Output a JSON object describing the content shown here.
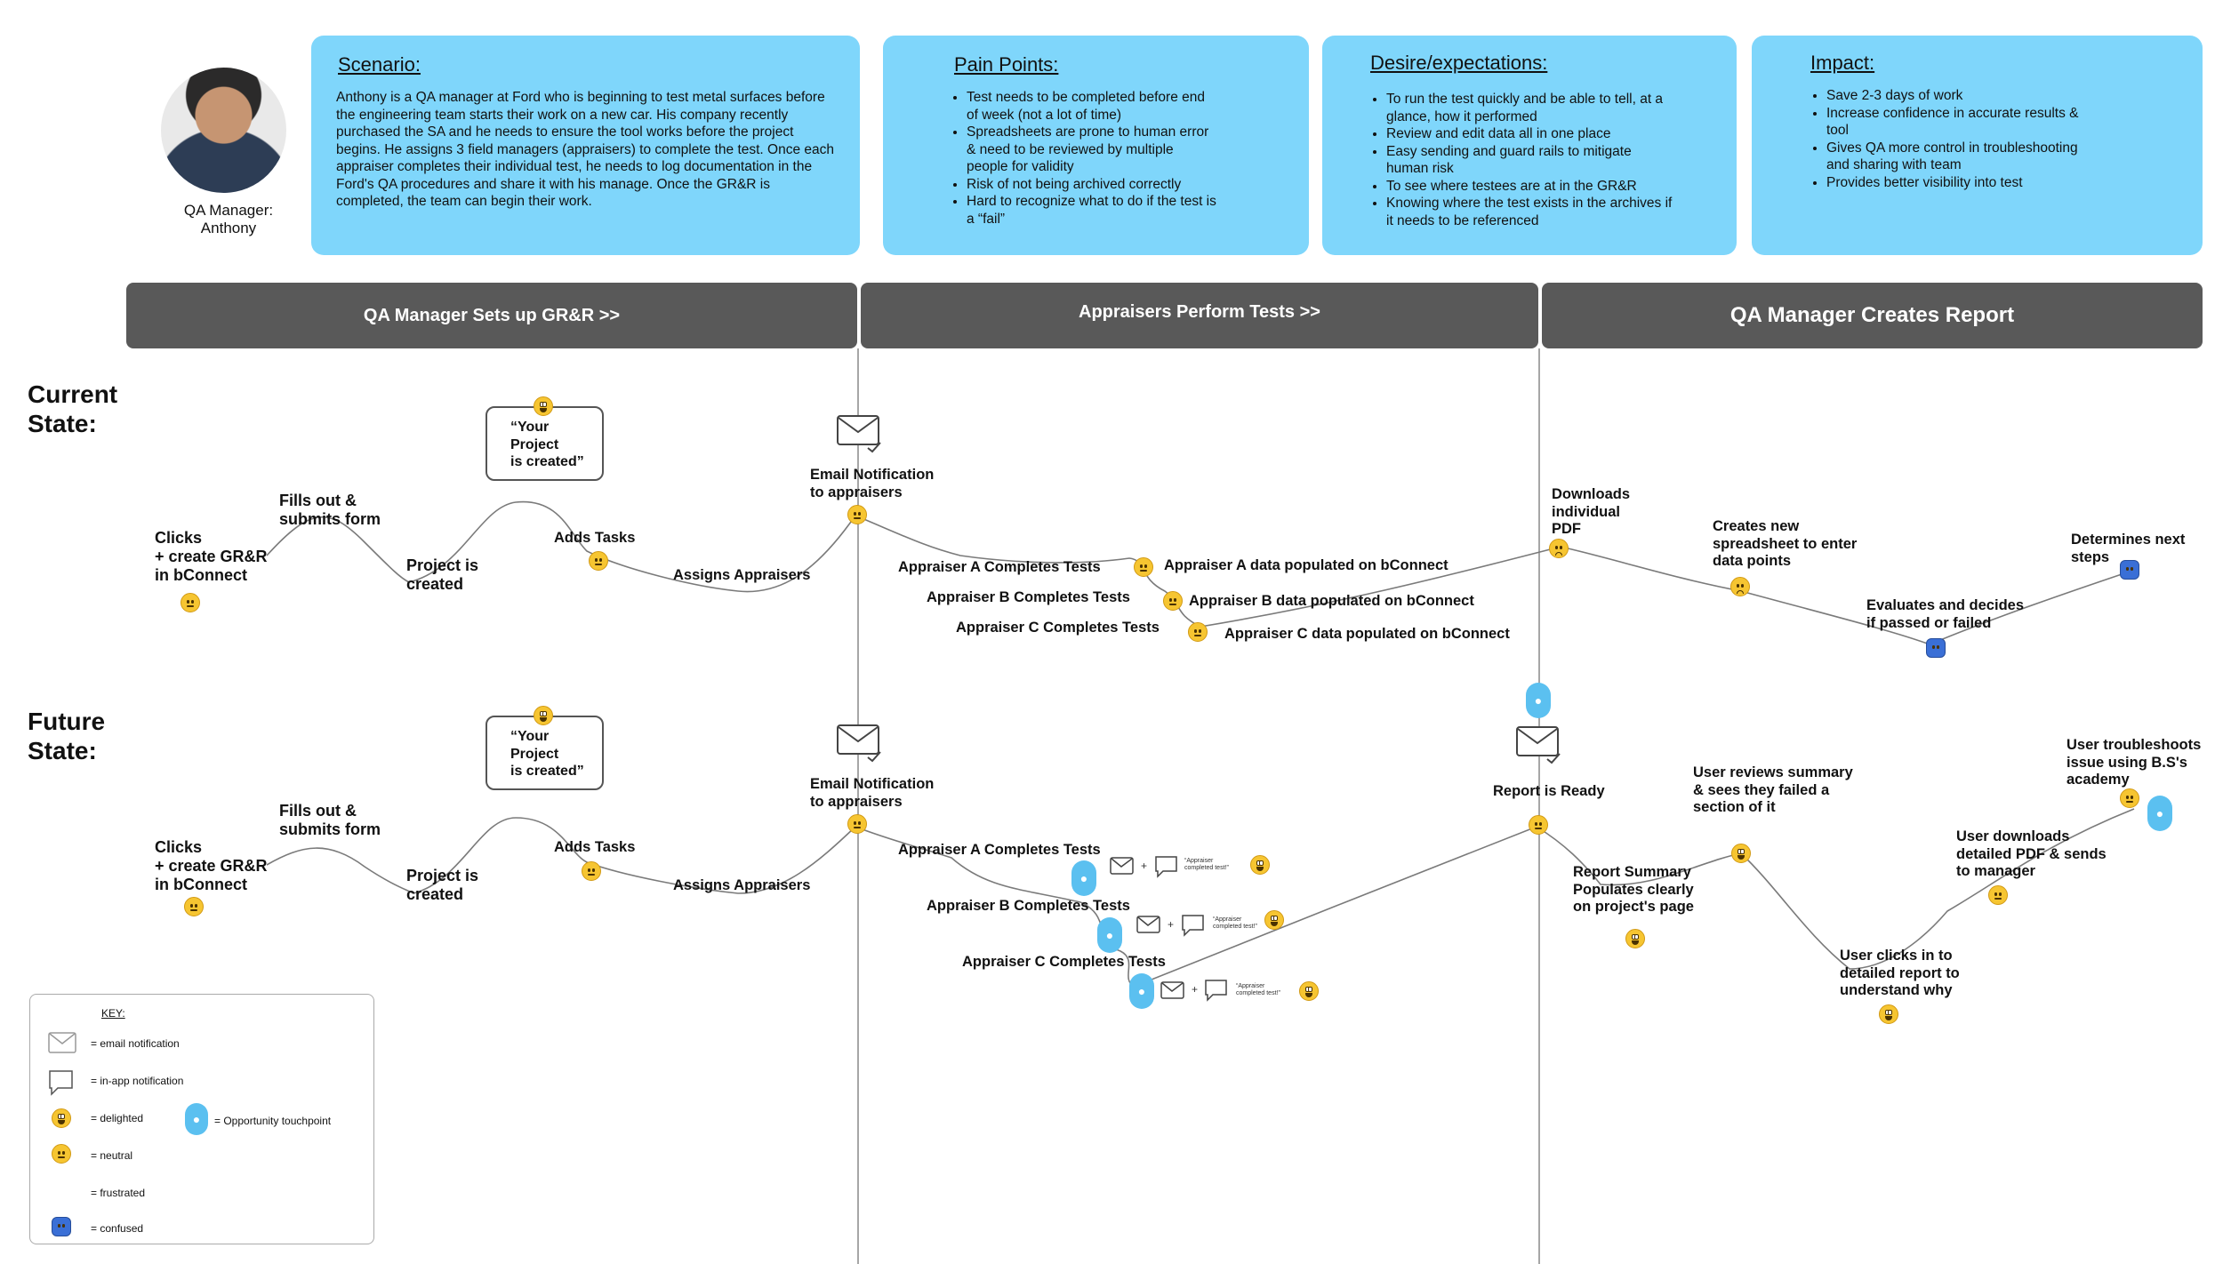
{
  "persona": {
    "caption": "QA Manager:\nAnthony"
  },
  "cards": {
    "scenario": {
      "title": "Scenario:",
      "body": "Anthony is a QA manager at Ford who is beginning to test metal surfaces before the engineering team starts their work on a new car. His company recently purchased the SA and he needs to ensure the tool works before the project begins. He assigns 3 field managers (appraisers) to complete the test. Once each appraiser completes their individual test, he needs to log documentation in the Ford's QA procedures and share it with his manage. Once the GR&R is completed, the team can begin their work."
    },
    "pain_points": {
      "title": "Pain Points:",
      "items": [
        "Test needs to be completed before end of week (not a lot of time)",
        "Spreadsheets are prone to human error & need to be reviewed by multiple people for validity",
        "Risk of not being archived correctly",
        "Hard to recognize what to do if the test is a “fail”"
      ]
    },
    "desire": {
      "title": "Desire/expectations:",
      "items": [
        "To run the test quickly and be able to tell, at a glance, how it performed",
        "Review and edit data all in one place",
        "Easy sending and guard rails to mitigate human risk",
        "To see where testees are at in the GR&R",
        "Knowing where the test exists in the archives if it needs to be referenced"
      ]
    },
    "impact": {
      "title": "Impact:",
      "items": [
        "Save 2-3 days of work",
        "Increase confidence in accurate results & tool",
        "Gives QA more control in troubleshooting and sharing with team",
        "Provides better visibility into test"
      ]
    }
  },
  "phases": [
    "QA Manager Sets up GR&R >>",
    "Appraisers Perform Tests >>",
    "QA Manager Creates Report"
  ],
  "current": {
    "label": "Current\nState:",
    "steps": {
      "clicks": "Clicks\n+ create GR&R\nin bConnect",
      "fills": "Fills out &\nsubmits form",
      "project": "Project is\ncreated",
      "bubble": "“Your\nProject\nis created”",
      "adds": "Adds Tasks",
      "assigns": "Assigns Appraisers",
      "email": "Email Notification\nto appraisers",
      "a_tests": "Appraiser A Completes Tests",
      "b_tests": "Appraiser B Completes Tests",
      "c_tests": "Appraiser C Completes Tests",
      "a_data": "Appraiser A data populated on bConnect",
      "b_data": "Appraiser B data populated on bConnect",
      "c_data": "Appraiser C data populated on bConnect",
      "downloads": "Downloads\nindividual\nPDF",
      "creates": "Creates new\nspreadsheet to enter\ndata points",
      "evaluates": "Evaluates and decides\nif passed or failed",
      "determines": "Determines next\nsteps"
    }
  },
  "future": {
    "label": "Future\nState:",
    "steps": {
      "clicks": "Clicks\n+ create GR&R\nin bConnect",
      "fills": "Fills out &\nsubmits form",
      "project": "Project is\ncreated",
      "bubble": "“Your\nProject\nis created”",
      "adds": "Adds Tasks",
      "assigns": "Assigns Appraisers",
      "email": "Email Notification\nto appraisers",
      "a_tests": "Appraiser A Completes Tests",
      "b_tests": "Appraiser B Completes Tests",
      "c_tests": "Appraiser C Completes Tests",
      "in_app": "“Appraiser\ncompleted test!”",
      "plus": "+",
      "report_ready": "Report is Ready",
      "summary": "Report Summary\nPopulates clearly\non project's page",
      "reviews": "User reviews summary\n& sees they failed a\nsection of it",
      "clicks_in": "User clicks in to\ndetailed report to\nunderstand why",
      "downloads": "User downloads\ndetailed PDF & sends\nto manager",
      "troubleshoots": "User troubleshoots\nissue using B.S's\nacademy"
    }
  },
  "key": {
    "title": "KEY:",
    "email": "= email notification",
    "in_app": "= in-app notification",
    "delighted": "= delighted",
    "neutral": "= neutral",
    "frustrated": "= frustrated",
    "confused": "= confused",
    "touchpoint": "= Opportunity touchpoint"
  },
  "colors": {
    "card_bg": "#7fd6fb",
    "phase_bg": "#595959",
    "touchpoint": "#5bc0f0",
    "emoji": "#f6c531"
  }
}
